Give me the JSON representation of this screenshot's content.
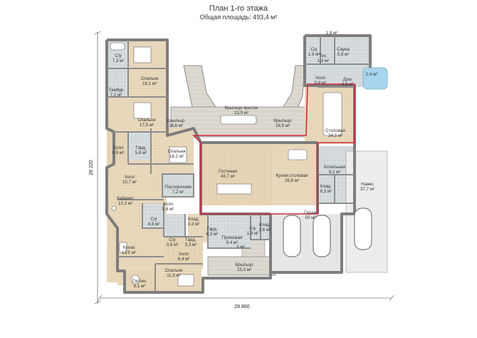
{
  "header": {
    "title": "План 1-го этажа",
    "area_label": "Общая площадь: 493,4 м²"
  },
  "dimensions": {
    "width": "28 860",
    "height": "28 220"
  },
  "rooms": [
    {
      "name": "С/у",
      "area": "7,3 м²"
    },
    {
      "name": "Спальня",
      "area": "18,1 м²"
    },
    {
      "name": "Тамбур",
      "area": "7,2 м²"
    },
    {
      "name": "Спальня",
      "area": "17,5 м²"
    },
    {
      "name": "Холл",
      "area": "6,9 м²"
    },
    {
      "name": "Гард.",
      "area": "5,6 м²"
    },
    {
      "name": "Спальня",
      "area": "18,2 м²"
    },
    {
      "name": "Холл",
      "area": "10,7 м²"
    },
    {
      "name": "Постирочная",
      "area": "7,2 м²"
    },
    {
      "name": "Кабинет",
      "area": "12,3 м²"
    },
    {
      "name": "Холл",
      "area": "9,4 м²"
    },
    {
      "name": "С/у",
      "area": "4,8 м²"
    },
    {
      "name": "Клад.",
      "area": "3,3 м²"
    },
    {
      "name": "С/у",
      "area": "3,6 м²"
    },
    {
      "name": "Гард.",
      "area": "3,3 м²"
    },
    {
      "name": "Кухня",
      "area": "13,5 м²"
    },
    {
      "name": "Холл",
      "area": "6,4 м²"
    },
    {
      "name": "Гостин.",
      "area": "8,1 м²"
    },
    {
      "name": "Спальня",
      "area": "11,9 м²"
    },
    {
      "name": "Крыльцо",
      "area": "16,6 м²"
    },
    {
      "name": "Крыльцо крытое",
      "area": "23,9 м²"
    },
    {
      "name": "Крыльцо",
      "area": "16,9 м²"
    },
    {
      "name": "Гостиная",
      "area": "43,7 м²"
    },
    {
      "name": "Кухня-столовая",
      "area": "26,8 м²"
    },
    {
      "name": "Столовая",
      "area": "24,3 м²"
    },
    {
      "name": "Котельная",
      "area": "9,1 м²"
    },
    {
      "name": "Клад.",
      "area": "6,3 м²"
    },
    {
      "name": "Навес",
      "area": "37,7 м²"
    },
    {
      "name": "Гараж",
      "area": "50 м²"
    },
    {
      "name": "Гард.",
      "area": "8,3 м²"
    },
    {
      "name": "С/у",
      "area": "1,9 м²"
    },
    {
      "name": "Клад.",
      "area": "2,6 м²"
    },
    {
      "name": "Прихожая",
      "area": "9,4 м²"
    },
    {
      "name": "Крыльцо",
      "area": "15,3 м²"
    },
    {
      "name": "С/у",
      "area": "1,9 м²"
    },
    {
      "name": "Тех.",
      "area": "1,3 м²"
    },
    {
      "name": "Сауна",
      "area": "5,8 м²"
    },
    {
      "name": "Холл",
      "area": "5,8 м²"
    },
    {
      "name": "Душ",
      "area": "4,6 м²"
    }
  ],
  "small_labels": {
    "porch_top": "1,8 м²",
    "pool_side": "2,4 м²",
    "steps": "3 м²"
  },
  "colors": {
    "wall": "#7d7d7d",
    "wall_dark": "#5a5a5a",
    "floor_wood": "#e8d8bc",
    "floor_tile": "#cfd6da",
    "floor_light": "#efeae1",
    "garage_floor": "#e4e4e4",
    "deck": "#d9d4cc",
    "living_area_border": "#d02a3a",
    "car_outline": "#555555",
    "water": "#a8d6ee"
  },
  "icons": [
    "bed-icon",
    "car-icon",
    "table-icon",
    "sofa-icon",
    "bath-icon",
    "toilet-icon",
    "stove-icon",
    "compass-icon"
  ]
}
